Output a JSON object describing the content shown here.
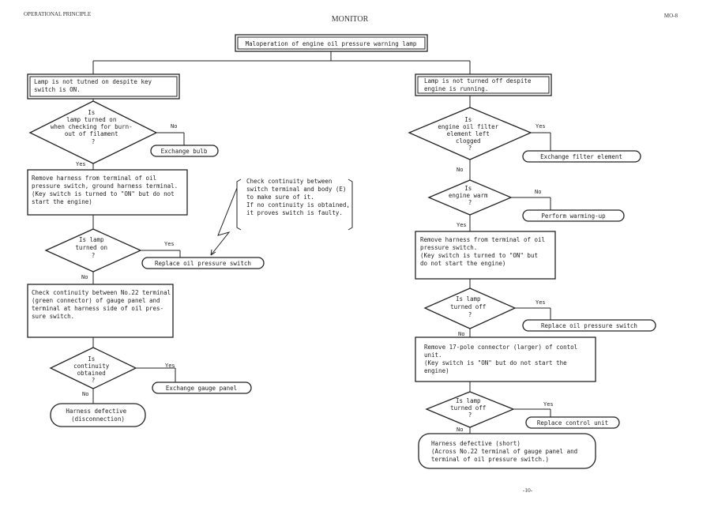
{
  "header": {
    "left": "OPERATIONAL PRINCIPLE",
    "title": "MONITOR",
    "right": "MO-8"
  },
  "root": "Maloperation of engine oil pressure warning lamp",
  "left": {
    "start": [
      "Lamp is not tutned on despite key",
      "switch is ON."
    ],
    "d1": [
      "Is",
      "lamp turned on",
      "when checking for burn-",
      "out of filament",
      "?"
    ],
    "d1_no": "No",
    "d1_yes": "Yes",
    "exchange_bulb": "Exchange bulb",
    "step1": [
      "Remove harness from terminal of oil",
      "pressure switch, ground harness terminal.",
      "(Key switch is turned to \"ON\" but do not",
      "start the engine)"
    ],
    "note": [
      "Check continuity between",
      "switch terminal and body (E)",
      "to make sure of it.",
      "If no continuity is obtained,",
      "it proves switch is faulty."
    ],
    "d2": [
      "Is lamp",
      "turned on",
      "?"
    ],
    "d2_yes": "Yes",
    "d2_no": "No",
    "replace_switch": "Replace oil pressure switch",
    "step2": [
      "Check continuity between No.22 terminal",
      "(green connector) of gauge panel and",
      "terminal at harness side of oil pres-",
      "sure switch."
    ],
    "d3": [
      "Is",
      "continuity",
      "obtained",
      "?"
    ],
    "d3_yes": "Yes",
    "d3_no": "No",
    "exchange_gauge": "Exchange gauge panel",
    "harness": [
      "Harness defective",
      "(disconnection)"
    ]
  },
  "right": {
    "start": [
      "Lamp is not turned off despite",
      "engine is running."
    ],
    "d1": [
      "Is",
      "engine oil filter",
      "element left",
      "clogged",
      "?"
    ],
    "d1_yes": "Yes",
    "d1_no": "No",
    "exchange_filter": "Exchange filter element",
    "d2": [
      "Is",
      "engine warm",
      "?"
    ],
    "d2_no": "No",
    "d2_yes": "Yes",
    "warming": "Perform warming-up",
    "step1": [
      "Remove harness from terminal of oil",
      "pressure switch.",
      "(Key switch is turned to \"ON\" but",
      "do not start the engine)"
    ],
    "d3": [
      "Is lamp",
      "turned off",
      "?"
    ],
    "d3_yes": "Yes",
    "d3_no": "No",
    "replace_switch": "Replace oil pressure switch",
    "step2": [
      "Remove 17-pole connector (larger) of contol",
      "unit.",
      "(Key switch is \"ON\" but do not start the",
      "engine)"
    ],
    "d4": [
      "Is lamp",
      "turned off",
      "?"
    ],
    "d4_yes": "Yes",
    "d4_no": "No",
    "replace_control": "Replace control unit",
    "harness": [
      "Harness defective (short)",
      "(Across No.22 terminal of gauge panel and",
      "terminal of oil pressure switch.)"
    ]
  },
  "page_number": "-10-"
}
